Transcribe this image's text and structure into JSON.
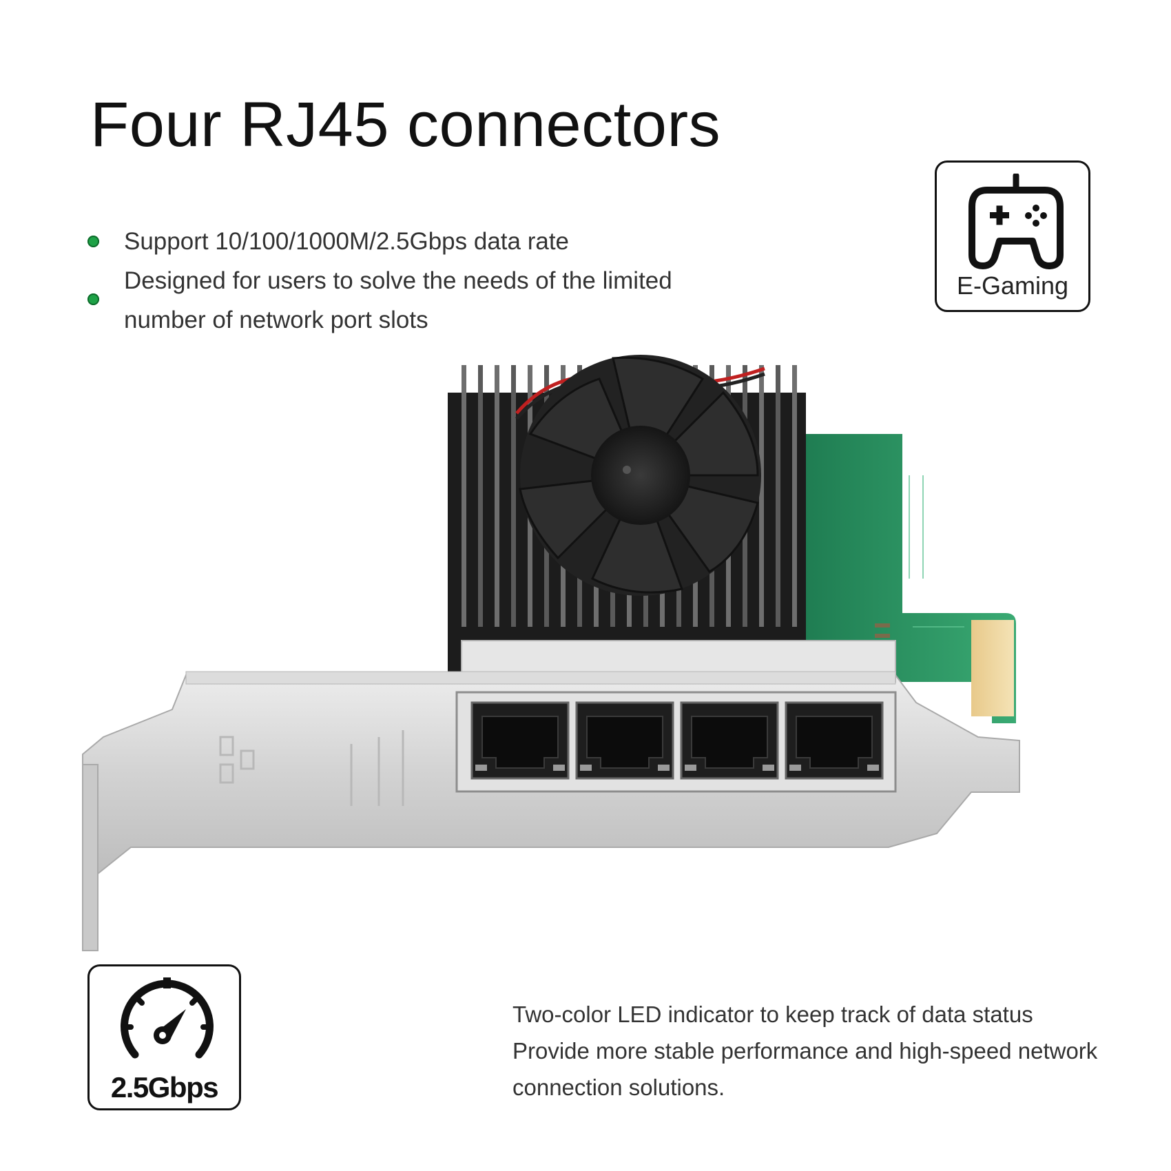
{
  "title": "Four RJ45 connectors",
  "features": [
    {
      "text": "Support 10/100/1000M/2.5Gbps data rate"
    },
    {
      "line1": "Designed for users to solve the needs of the limited",
      "line2": "number of network port slots"
    }
  ],
  "badges": {
    "gaming": {
      "label": "E-Gaming",
      "icon": "gamepad-icon"
    },
    "speed": {
      "label": "2.5Gbps",
      "icon": "speedometer-icon"
    }
  },
  "notes": [
    "Two-color LED indicator to keep track of data status",
    "Provide more stable performance and high-speed network",
    "connection solutions."
  ],
  "colors": {
    "bullet": "#1ea247",
    "pcb": "#2f9a66",
    "heatsink": "#1b1b1b",
    "bracket": "#d6d6d6"
  },
  "product": {
    "image": "4-port RJ45 PCIe network card with heatsink fan",
    "ports": 4
  }
}
